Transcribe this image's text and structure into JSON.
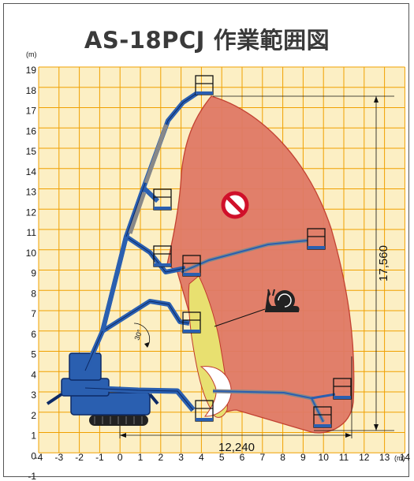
{
  "title": "AS-18PCJ 作業範囲図",
  "y_axis": {
    "unit": "(m)",
    "ticks": [
      "19",
      "18",
      "17",
      "16",
      "15",
      "14",
      "13",
      "12",
      "11",
      "10",
      "9",
      "8",
      "7",
      "6",
      "5",
      "4",
      "3",
      "2",
      "1",
      "0",
      "-1"
    ]
  },
  "x_axis": {
    "unit": "(m)",
    "ticks": [
      "-4",
      "-3",
      "-2",
      "-1",
      "0",
      "1",
      "2",
      "3",
      "4",
      "5",
      "6",
      "7",
      "8",
      "9",
      "10",
      "11",
      "12",
      "13",
      "14"
    ]
  },
  "dimensions": {
    "height": "17,560",
    "reach": "12,240",
    "angle": "30°"
  },
  "colors": {
    "grid_fill": "#fcefc4",
    "grid_line": "#f0a000",
    "envelope": "#e07a66",
    "envelope_edge": "#c0392b",
    "yellow_zone": "#e8e070",
    "machine": "#2a5fb0"
  },
  "icons": {
    "prohibited": "no-entry-icon",
    "slow": "snail-icon"
  }
}
